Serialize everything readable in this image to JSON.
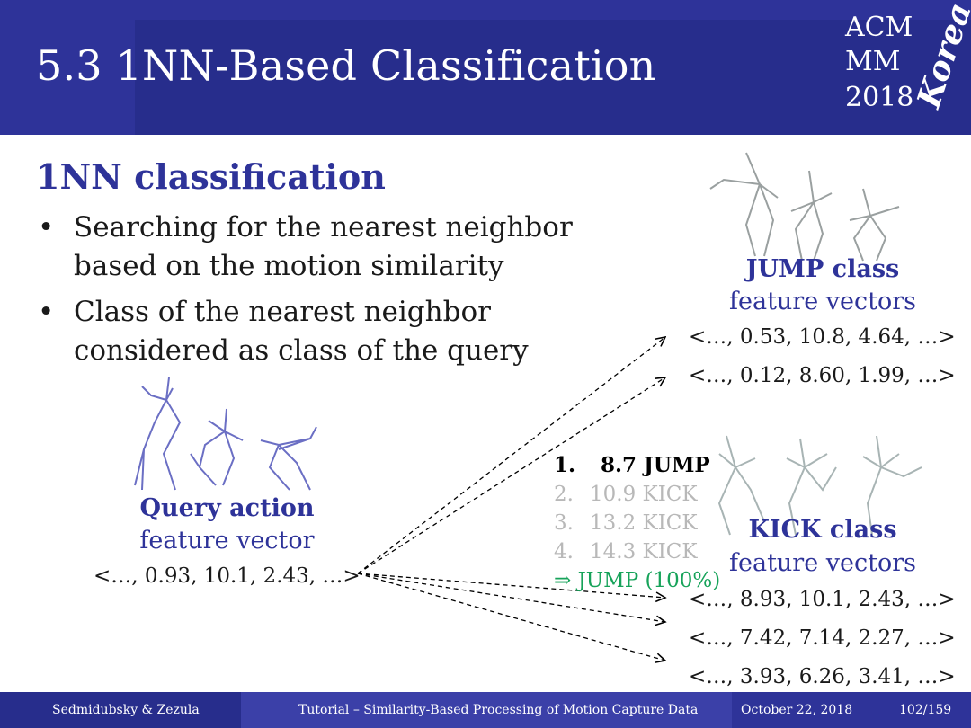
{
  "header": {
    "title": "5.3 1NN-Based Classification",
    "logo": {
      "line1": "ACM",
      "line2": "MM",
      "line3": "2018",
      "script": "Korea"
    }
  },
  "content": {
    "heading": "1NN classification",
    "bullets": [
      "Searching for the nearest neighbor based on the motion similarity",
      "Class of the nearest neighbor considered as class of the query"
    ]
  },
  "query": {
    "title": "Query action",
    "subtitle": "feature vector",
    "vector": "<…, 0.93, 10.1, 2.43, …>"
  },
  "jump": {
    "title": "JUMP class",
    "subtitle": "feature vectors",
    "vectors": [
      "<…, 0.53, 10.8, 4.64, …>",
      "<…, 0.12, 8.60, 1.99, …>"
    ]
  },
  "kick": {
    "title": "KICK class",
    "subtitle": "feature vectors",
    "vectors": [
      "<…, 8.93, 10.1, 2.43, …>",
      "<…, 7.42, 7.14, 2.27, …>",
      "<…, 3.93, 6.26, 3.41, …>"
    ]
  },
  "results": {
    "items": [
      {
        "num": "1.",
        "text": "8.7 JUMP"
      },
      {
        "num": "2.",
        "text": "10.9 KICK"
      },
      {
        "num": "3.",
        "text": "13.2 KICK"
      },
      {
        "num": "4.",
        "text": "14.3 KICK"
      }
    ],
    "verdict": "⇒ JUMP (100%)"
  },
  "colors": {
    "primary": "#2e3399",
    "result_best": "#000000",
    "result_other": "#b8b8b8",
    "verdict": "#17a35a"
  },
  "footer": {
    "authors": "Sedmidubsky & Zezula",
    "talk": "Tutorial – Similarity-Based Processing of Motion Capture Data",
    "date": "October 22, 2018",
    "page": "102/159"
  }
}
